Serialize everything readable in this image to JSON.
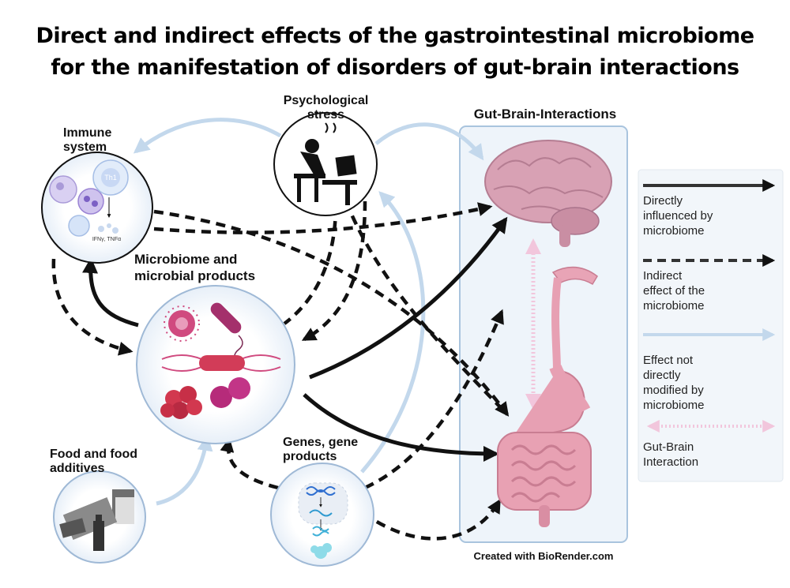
{
  "title_line1": "Direct and indirect effects of the gastrointestinal microbiome",
  "title_line2": "for the manifestation of disorders of gut-brain interactions",
  "nodes": {
    "stress": {
      "line1": "Psychological",
      "line2": "stress"
    },
    "immune": {
      "line1": "Immune",
      "line2": "system",
      "cell_label": "Th1",
      "cytokines": "IFNγ, TNFα"
    },
    "microbiome": {
      "line1": "Microbiome and",
      "line2": "microbial products"
    },
    "food": {
      "line1": "Food and food",
      "line2": "additives"
    },
    "genes": {
      "line1": "Genes, gene",
      "line2": "products"
    },
    "gbi": {
      "label": "Gut-Brain-Interactions"
    }
  },
  "legend": {
    "direct": [
      "Directly",
      "influenced by",
      "microbiome"
    ],
    "indirect": [
      "Indirect",
      "effect of the",
      "microbiome"
    ],
    "not_modified": [
      "Effect not",
      "directly",
      "modified by",
      "microbiome"
    ],
    "gbi": [
      "Gut-Brain",
      "Interaction"
    ]
  },
  "credit": "Created with  BioRender.com",
  "colors": {
    "solid_arrow": "#111111",
    "light_arrow": "#c3d8ec",
    "gbi_arrow": "#f2c6dc",
    "panel_fill": "#eef4fa",
    "panel_border": "#a9c4de"
  }
}
